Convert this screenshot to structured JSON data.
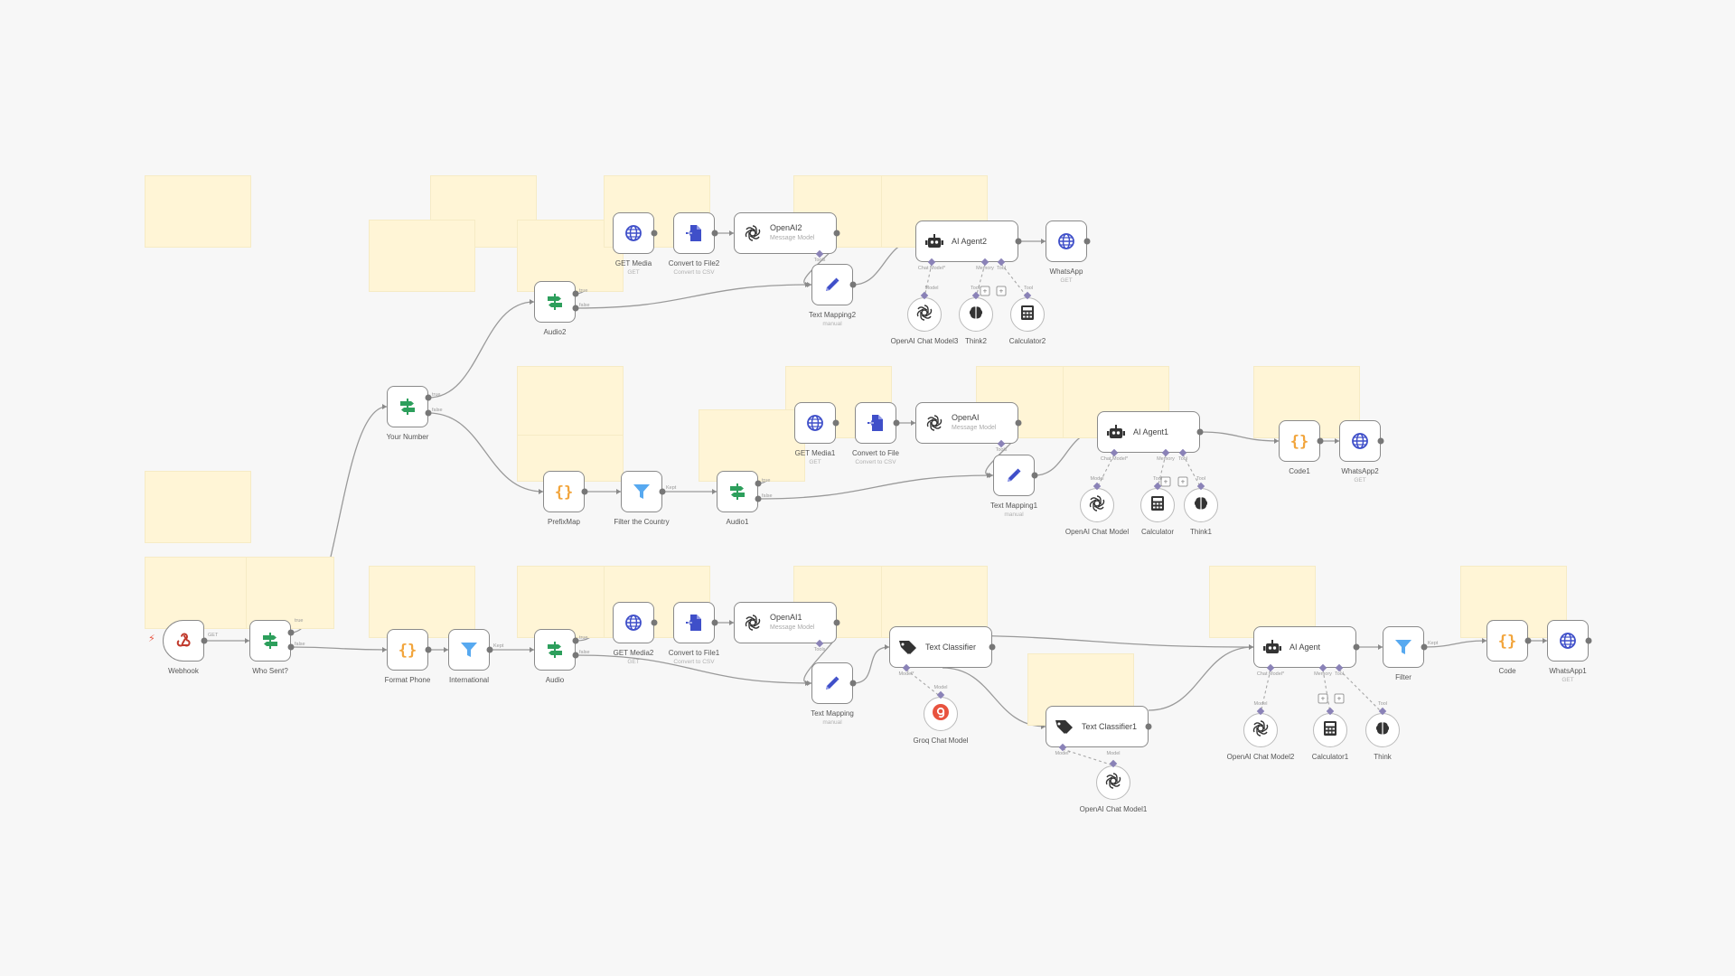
{
  "colors": {
    "canvas": "#f7f7f7",
    "sticky": "#fff5d6",
    "http": "#3f4fc9",
    "switch": "#2d9f5c",
    "openai": "#333333",
    "agent": "#333333",
    "code": "#f2a53c",
    "filter": "#57a9f0",
    "groq": "#e8533f",
    "tool": "#333333"
  },
  "nodes": {
    "webhook": {
      "label": "Webhook",
      "icon": "webhook-icon"
    },
    "who_sent": {
      "label": "Who Sent?",
      "icon": "switch-icon",
      "out1": "GET",
      "out2": "true",
      "out3": "false"
    },
    "your_number": {
      "label": "Your Number",
      "icon": "switch-icon",
      "out1": "true",
      "out2": "false"
    },
    "format_phone": {
      "label": "Format Phone",
      "icon": "code-icon"
    },
    "international": {
      "label": "International",
      "icon": "filter-icon",
      "out": "Kept"
    },
    "audio": {
      "label": "Audio",
      "icon": "switch-icon",
      "out1": "true",
      "out2": "false"
    },
    "get_media2": {
      "label": "GET Media2",
      "sub": "GET",
      "icon": "globe-icon"
    },
    "convert_file1": {
      "label": "Convert to File1",
      "sub": "Convert to CSV",
      "icon": "file-convert-icon"
    },
    "openai1": {
      "label": "OpenAI1",
      "sub": "Message Model",
      "icon": "openai-icon"
    },
    "text_mapping": {
      "label": "Text Mapping",
      "sub": "manual",
      "icon": "pencil-icon"
    },
    "text_classifier": {
      "label": "Text Classifier",
      "icon": "tag-icon"
    },
    "groq_chat": {
      "label": "Groq Chat Model",
      "icon": "groq-icon"
    },
    "text_classifier1": {
      "label": "Text Classifier1",
      "icon": "tag-icon"
    },
    "openai_chat_model1": {
      "label": "OpenAI Chat Model1",
      "icon": "openai-icon"
    },
    "ai_agent": {
      "label": "AI Agent",
      "icon": "robot-icon"
    },
    "openai_chat_model2": {
      "label": "OpenAI Chat Model2",
      "icon": "openai-icon"
    },
    "calculator1": {
      "label": "Calculator1",
      "icon": "calculator-icon"
    },
    "think": {
      "label": "Think",
      "icon": "brain-icon"
    },
    "filter": {
      "label": "Filter",
      "icon": "filter-icon",
      "out": "Kept"
    },
    "code": {
      "label": "Code",
      "icon": "code-icon"
    },
    "whatsapp1": {
      "label": "WhatsApp1",
      "sub": "GET",
      "icon": "globe-icon"
    },
    "prefix_map": {
      "label": "PrefixMap",
      "icon": "code-icon"
    },
    "filter_country": {
      "label": "Filter the Country",
      "icon": "filter-icon",
      "out": "Kept"
    },
    "audio1": {
      "label": "Audio1",
      "icon": "switch-icon",
      "out1": "true",
      "out2": "false"
    },
    "get_media1": {
      "label": "GET Media1",
      "sub": "GET",
      "icon": "globe-icon"
    },
    "convert_file": {
      "label": "Convert to File",
      "sub": "Convert to CSV",
      "icon": "file-convert-icon"
    },
    "openai": {
      "label": "OpenAI",
      "sub": "Message Model",
      "icon": "openai-icon"
    },
    "text_mapping1": {
      "label": "Text Mapping1",
      "sub": "manual",
      "icon": "pencil-icon"
    },
    "ai_agent1": {
      "label": "AI Agent1",
      "icon": "robot-icon"
    },
    "openai_chat_model": {
      "label": "OpenAI Chat Model",
      "icon": "openai-icon"
    },
    "calculator": {
      "label": "Calculator",
      "icon": "calculator-icon"
    },
    "think1": {
      "label": "Think1",
      "icon": "brain-icon"
    },
    "code1": {
      "label": "Code1",
      "icon": "code-icon"
    },
    "whatsapp2": {
      "label": "WhatsApp2",
      "sub": "GET",
      "icon": "globe-icon"
    },
    "audio2": {
      "label": "Audio2",
      "icon": "switch-icon",
      "out1": "true",
      "out2": "false"
    },
    "get_media": {
      "label": "GET Media",
      "sub": "GET",
      "icon": "globe-icon"
    },
    "convert_file2": {
      "label": "Convert to File2",
      "sub": "Convert to CSV",
      "icon": "file-convert-icon"
    },
    "openai2": {
      "label": "OpenAI2",
      "sub": "Message Model",
      "icon": "openai-icon"
    },
    "text_mapping2": {
      "label": "Text Mapping2",
      "sub": "manual",
      "icon": "pencil-icon"
    },
    "ai_agent2": {
      "label": "AI Agent2",
      "icon": "robot-icon"
    },
    "openai_chat_model3": {
      "label": "OpenAI Chat Model3",
      "icon": "openai-icon"
    },
    "think2": {
      "label": "Think2",
      "icon": "brain-icon"
    },
    "calculator2": {
      "label": "Calculator2",
      "icon": "calculator-icon"
    },
    "whatsapp": {
      "label": "WhatsApp",
      "sub": "GET",
      "icon": "globe-icon"
    }
  },
  "ports": {
    "tools": "Tools",
    "chat_model": "Chat Model*",
    "model": "Model",
    "memory": "Memory",
    "tool": "Tool",
    "model_req": "Model*"
  }
}
